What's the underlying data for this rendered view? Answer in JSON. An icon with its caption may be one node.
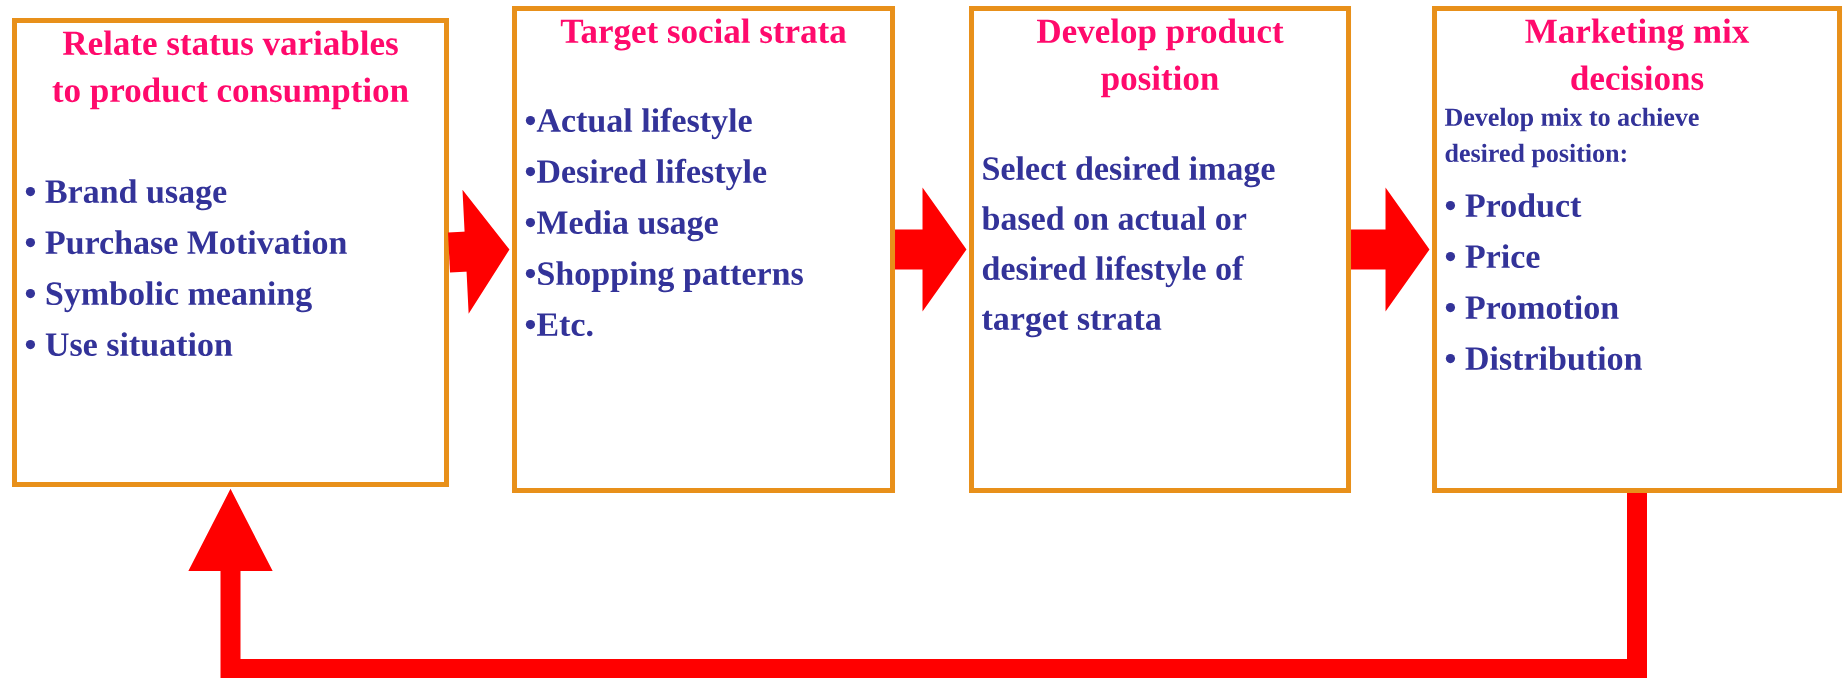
{
  "diagram": {
    "nodes": [
      {
        "text": [
          "Relate status variables to product consumption",
          "• Brand usage",
          "• Purchase Motivation",
          "• Symbolic meaning",
          "• Use situation"
        ]
      },
      {
        "text": [
          "Target social strata",
          "•Actual lifestyle",
          "•Desired lifestyle",
          "•Media usage",
          "•Shopping patterns",
          "•Etc."
        ]
      },
      {
        "text": [
          "Develop product position",
          "Select desired image based on actual or desired lifestyle of target strata"
        ]
      },
      {
        "text": [
          "Marketing mix decisions",
          "Develop mix to achieve desired  position:",
          "• Product",
          "• Price",
          "• Promotion",
          "• Distribution"
        ]
      }
    ],
    "edges": [
      {
        "from": 0,
        "to": 1,
        "arrow": "to"
      },
      {
        "from": 1,
        "to": 2,
        "arrow": "to"
      },
      {
        "from": 2,
        "to": 3,
        "arrow": "to"
      },
      {
        "from": 3,
        "to": 0,
        "arrow": "to"
      }
    ]
  }
}
